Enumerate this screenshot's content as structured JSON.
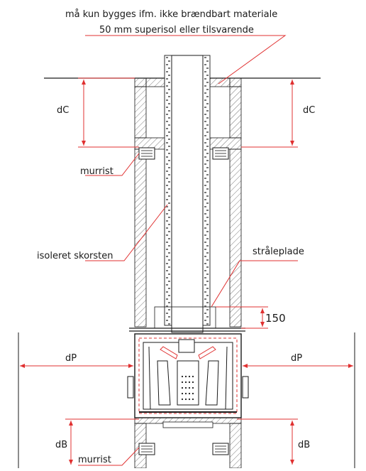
{
  "notes": {
    "line1": "må kun bygges ifm. ikke brændbart materiale",
    "line2": "50 mm superisol eller tilsvarende"
  },
  "labels": {
    "dc_left": "dC",
    "dc_right": "dC",
    "murrist_top": "murrist",
    "murrist_bottom": "murrist",
    "isoleret": "isoleret skorsten",
    "straaleplade": "stråleplade",
    "dim150": "150",
    "dp_left": "dP",
    "dp_right": "dP",
    "db_left": "dB",
    "db_right": "dB"
  },
  "colors": {
    "line": "#1a1a1a",
    "dimension": "#e03030",
    "hatch": "#555555",
    "insulation": "#777777"
  }
}
